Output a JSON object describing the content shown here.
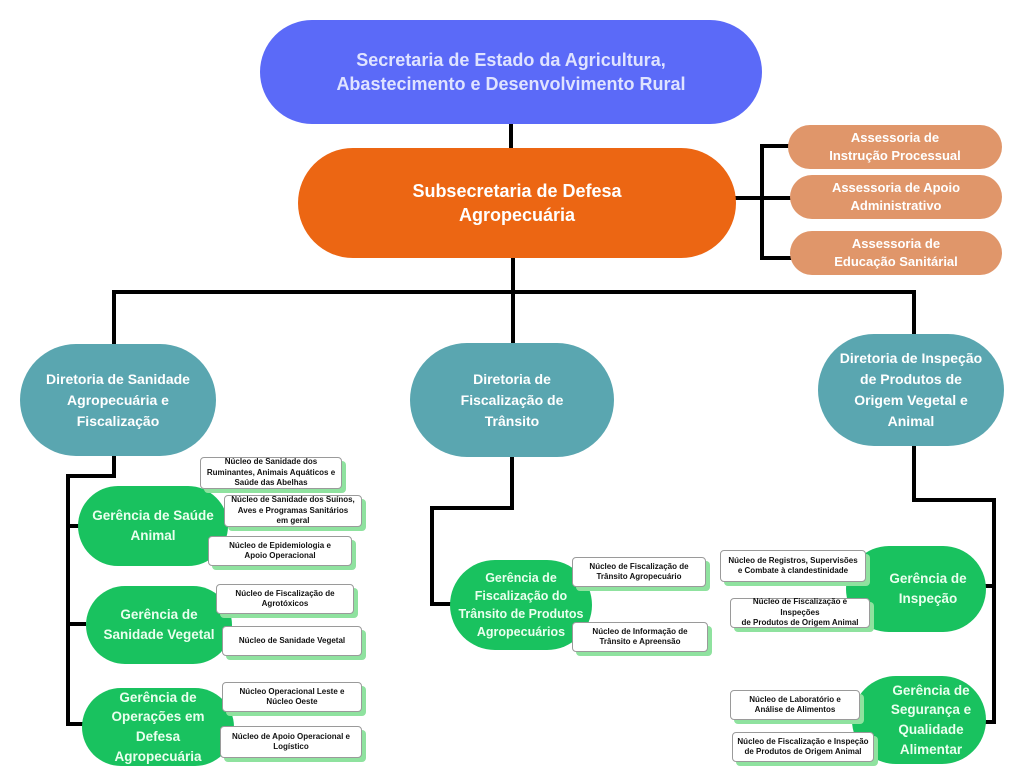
{
  "secretaria": "Secretaria de Estado da Agricultura,\nAbastecimento e Desenvolvimento Rural",
  "subsecretaria": "Subsecretaria de Defesa\nAgropecuária",
  "assessorias": [
    "Assessoria de\nInstrução Processual",
    "Assessoria de Apoio\nAdministrativo",
    "Assessoria de\nEducação Sanitárial"
  ],
  "diretorias": {
    "sanidade": "Diretoria de Sanidade\nAgropecuária e\nFiscalização",
    "transito": "Diretoria de\nFiscalização de\nTrânsito",
    "inspecao": "Diretoria de Inspeção\nde Produtos de\nOrigem Vegetal e\nAnimal"
  },
  "gerencias": {
    "saude_animal": "Gerência de Saúde\nAnimal",
    "sanidade_vegetal": "Gerência de\nSanidade Vegetal",
    "operacoes": "Gerência de\nOperações em\nDefesa\nAgropecuária",
    "transito": "Gerência de\nFiscalização do\nTrânsito de Produtos\nAgropecuários",
    "inspecao": "Gerência de\nInspeção",
    "seguranca": "Gerência de\nSegurança e\nQualidade\nAlimentar"
  },
  "nucleos": {
    "ruminantes": "Núcleo de Sanidade dos\nRuminantes, Animais Aquáticos e\nSaúde das Abelhas",
    "suinos": "Núcleo de Sanidade dos Suínos,\nAves e Programas Sanitários\nem geral",
    "epidemiologia": "Núcleo de Epidemiologia e\nApoio Operacional",
    "agrotoxicos": "Núcleo de Fiscalização de\nAgrotóxicos",
    "sanidade_vegetal": "Núcleo de Sanidade Vegetal",
    "leste_oeste": "Núcleo Operacional Leste e\nNúcleo Oeste",
    "apoio_logistico": "Núcleo de Apoio Operacional e\nLogístico",
    "transito_agro": "Núcleo de Fiscalização de\nTrânsito Agropecuário",
    "informacao": "Núcleo de Informação de\nTrânsito e Apreensão",
    "registros": "Núcleo de Registros, Supervisões\ne Combate à clandestinidade",
    "inspecoes_1": "Núcleo de Fiscalização e Inspeções\nde Produtos de Origem Animal",
    "laboratorio": "Núcleo de Laboratório e\nAnálise de Alimentos",
    "inspecao_2": "Núcleo de Fiscalização e Inspeção\nde Produtos de Origem Animal"
  }
}
